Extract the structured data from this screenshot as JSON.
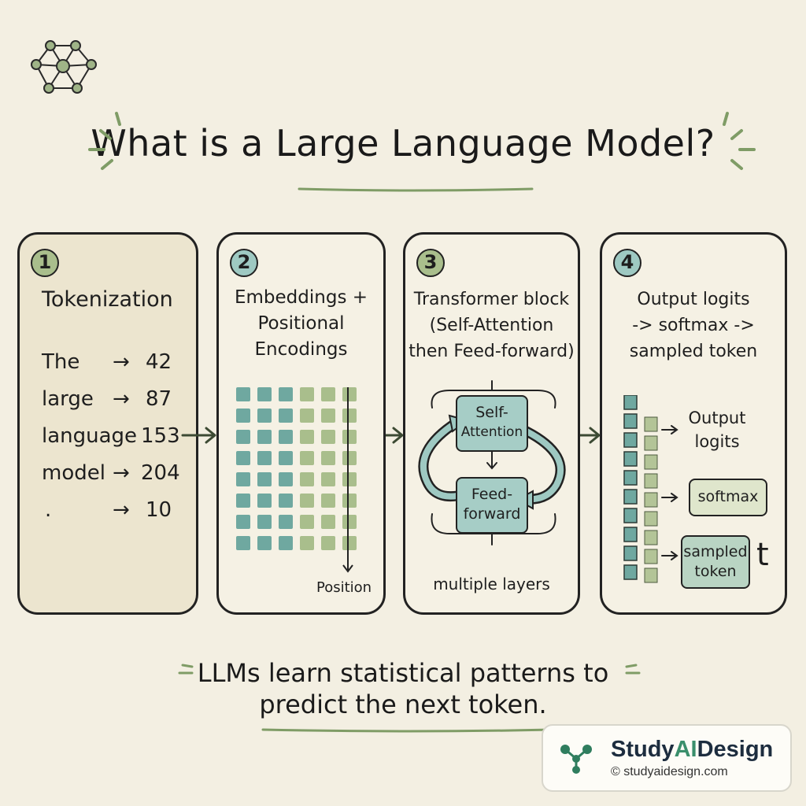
{
  "title": "What is a Large Language Model?",
  "steps": [
    {
      "number": "1",
      "title": "Tokenization",
      "tokens": [
        {
          "word": "The",
          "arrow": "→",
          "id": "42"
        },
        {
          "word": "large",
          "arrow": "→",
          "id": "87"
        },
        {
          "word": "language",
          "arrow": "",
          "id": "153"
        },
        {
          "word": "model",
          "arrow": "→",
          "id": "204"
        },
        {
          "word": ".",
          "arrow": "→",
          "id": "10"
        }
      ]
    },
    {
      "number": "2",
      "title_lines": [
        "Embeddings +",
        "Positional",
        "Encodings"
      ],
      "axis_label": "Position"
    },
    {
      "number": "3",
      "title_lines": [
        "Transformer block",
        "(Self-Attention",
        "then Feed-forward)"
      ],
      "attention_lines": [
        "Self-",
        "Attention"
      ],
      "ffn_lines": [
        "Feed-",
        "forward"
      ],
      "footer": "multiple layers"
    },
    {
      "number": "4",
      "title_lines": [
        "Output logits",
        "-> softmax ->",
        "sampled token"
      ],
      "logits_lines": [
        "Output",
        "logits"
      ],
      "softmax": "softmax",
      "sampled_lines": [
        "sampled",
        "token"
      ],
      "sample_glyph": "t"
    }
  ],
  "caption_lines": [
    "LLMs learn statistical patterns to",
    "predict the next token."
  ],
  "brand": {
    "name_prefix": "Study",
    "name_highlight": "AI",
    "name_suffix": "Design",
    "url": "© studyaidesign.com"
  },
  "colors": {
    "background": "#f3efe2",
    "teal": "#6fa8a0",
    "green": "#a9be8c",
    "accent_line": "#8aa86f"
  }
}
